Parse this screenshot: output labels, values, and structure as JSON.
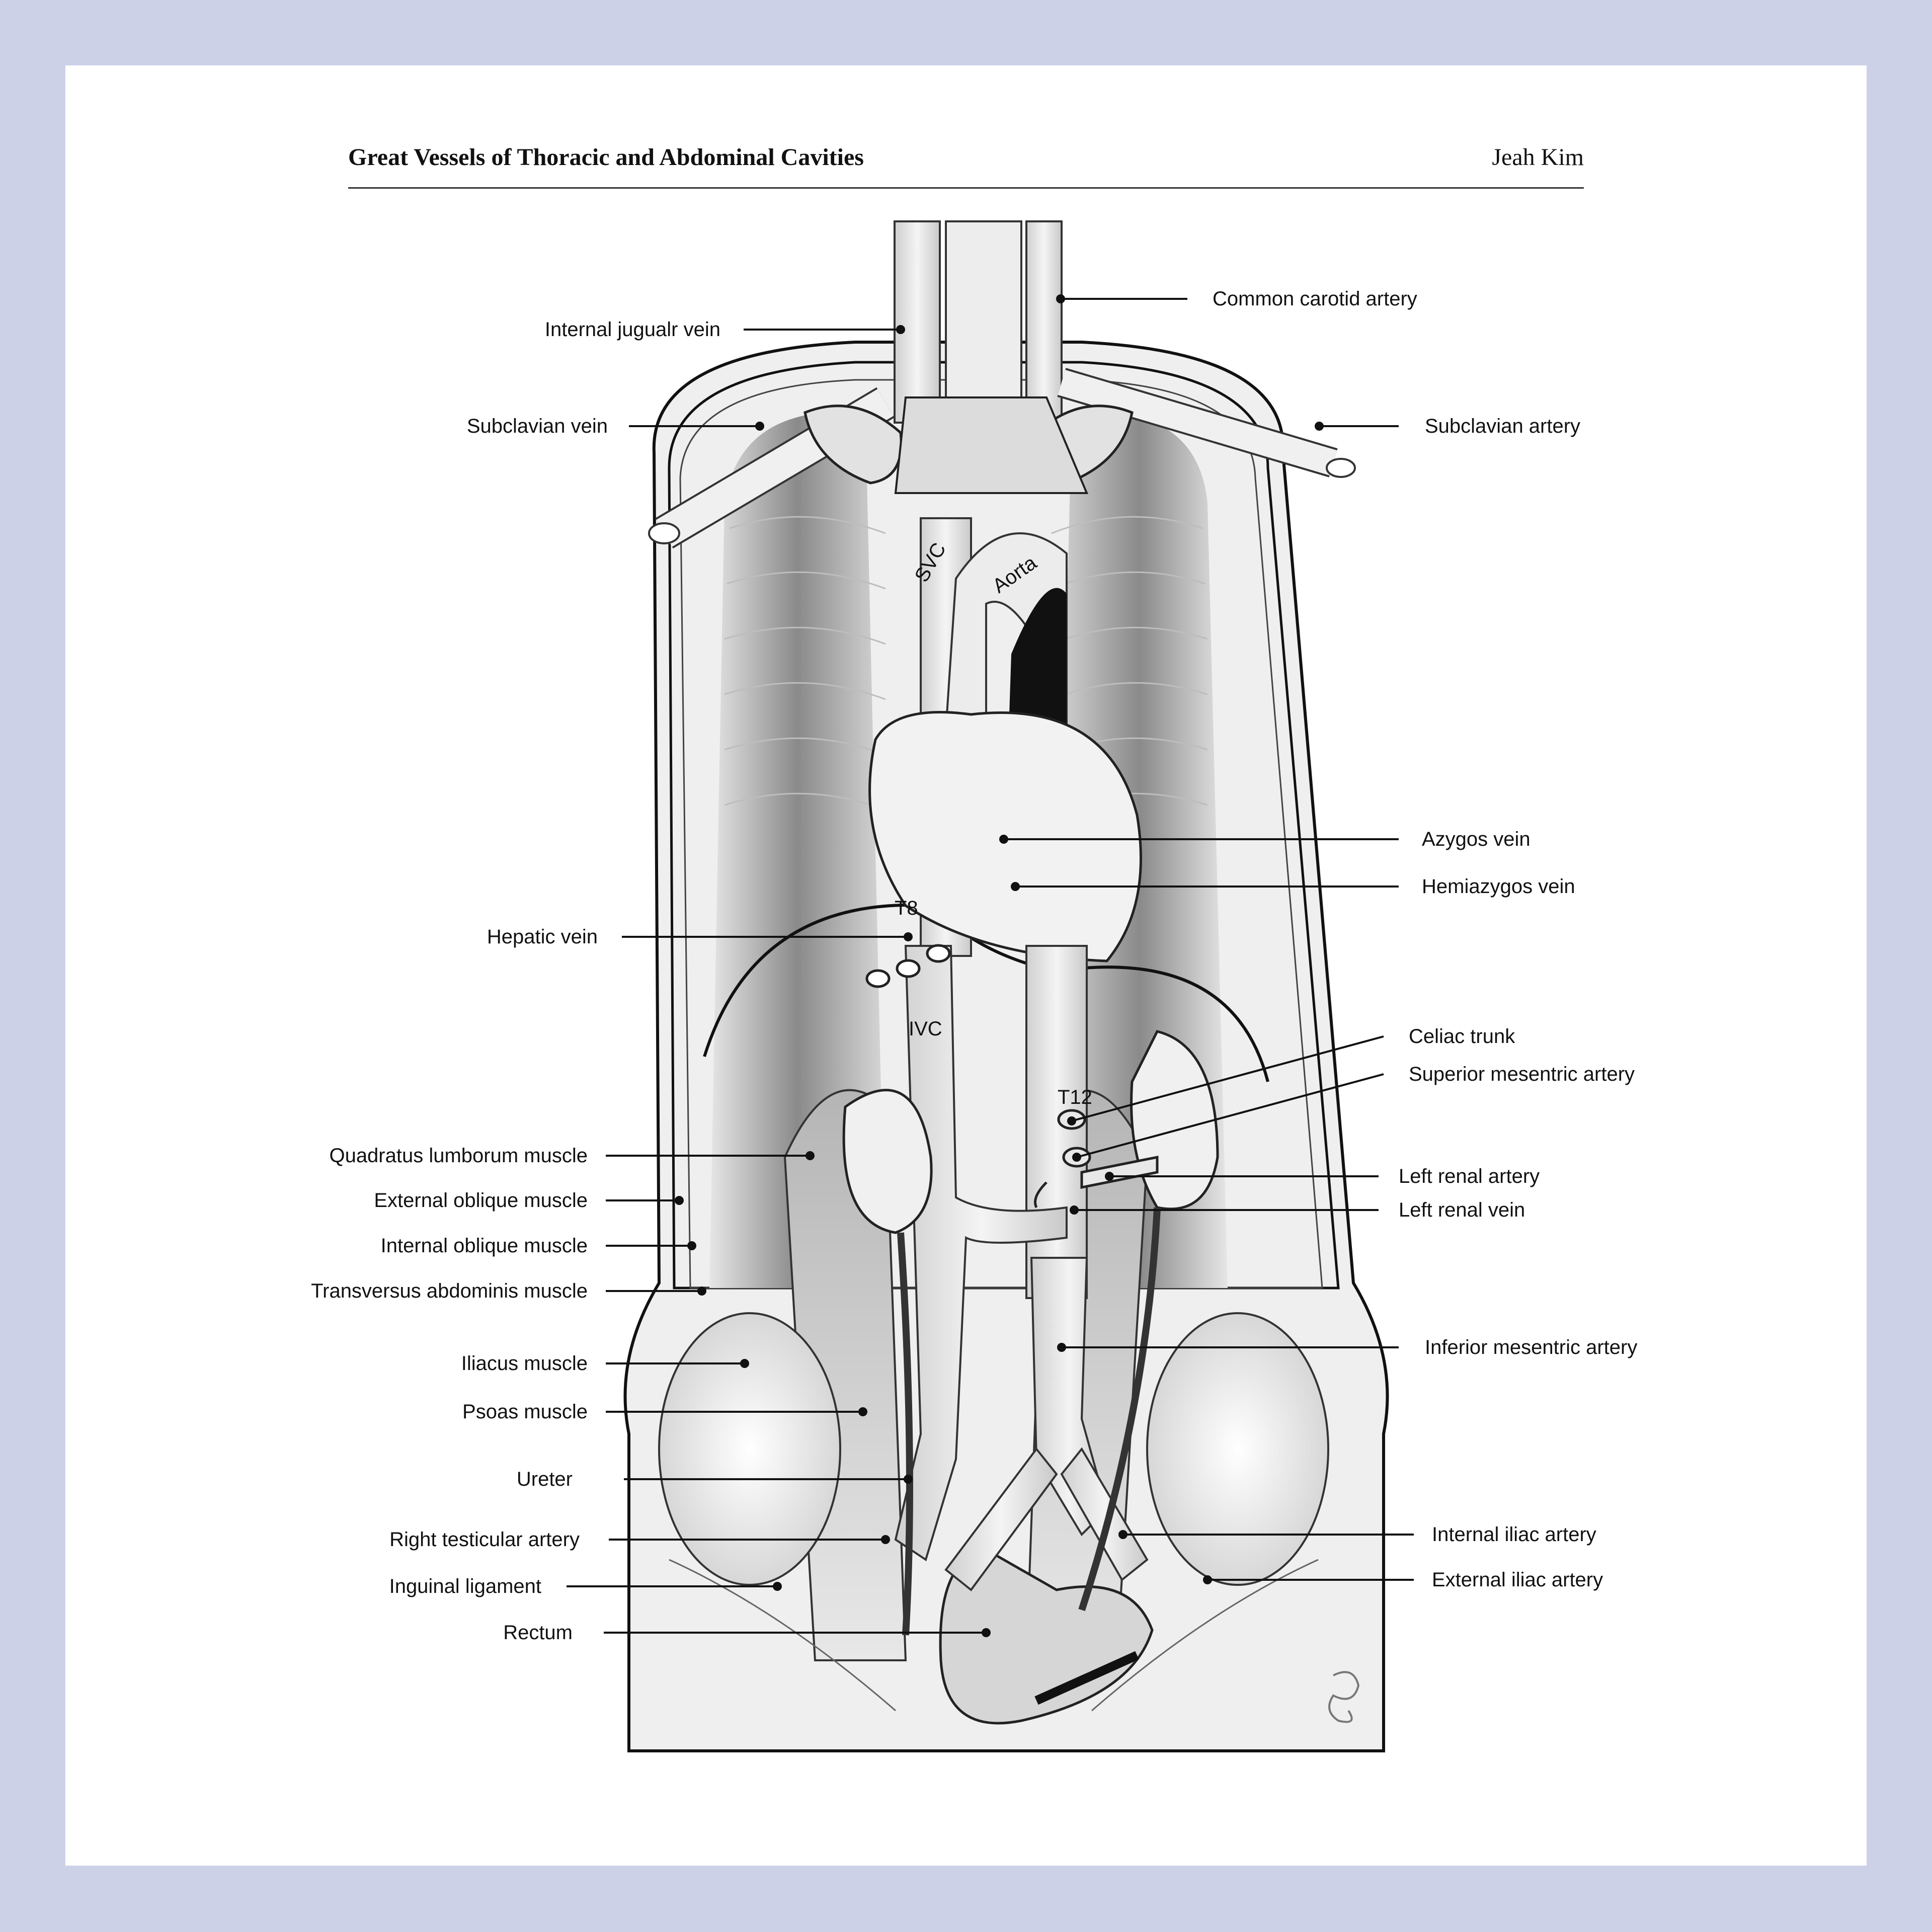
{
  "header": {
    "title": "Great Vessels of Thoracic and Abdominal Cavities",
    "author": "Jeah Kim"
  },
  "inline_labels": {
    "svc": "SVC",
    "aorta": "Aorta",
    "t8": "T8",
    "ivc": "IVC",
    "t12": "T12"
  },
  "labels_left": [
    "Internal jugualr vein",
    "Subclavian vein",
    "Hepatic vein",
    "Quadratus lumborum muscle",
    "External oblique muscle",
    "Internal oblique muscle",
    "Transversus abdominis muscle",
    "Iliacus muscle",
    "Psoas muscle",
    "Ureter",
    "Right testicular artery",
    "Inguinal ligament",
    "Rectum"
  ],
  "labels_right": [
    "Common carotid artery",
    "Subclavian artery",
    "Azygos vein",
    "Hemiazygos vein",
    "Celiac trunk",
    "Superior mesentric artery",
    "Left renal artery",
    "Left renal vein",
    "Inferior mesentric artery",
    "Internal iliac artery",
    "External iliac artery"
  ],
  "colors": {
    "background": "#cdd1e8",
    "sheet": "#ffffff",
    "ink": "#111111"
  }
}
